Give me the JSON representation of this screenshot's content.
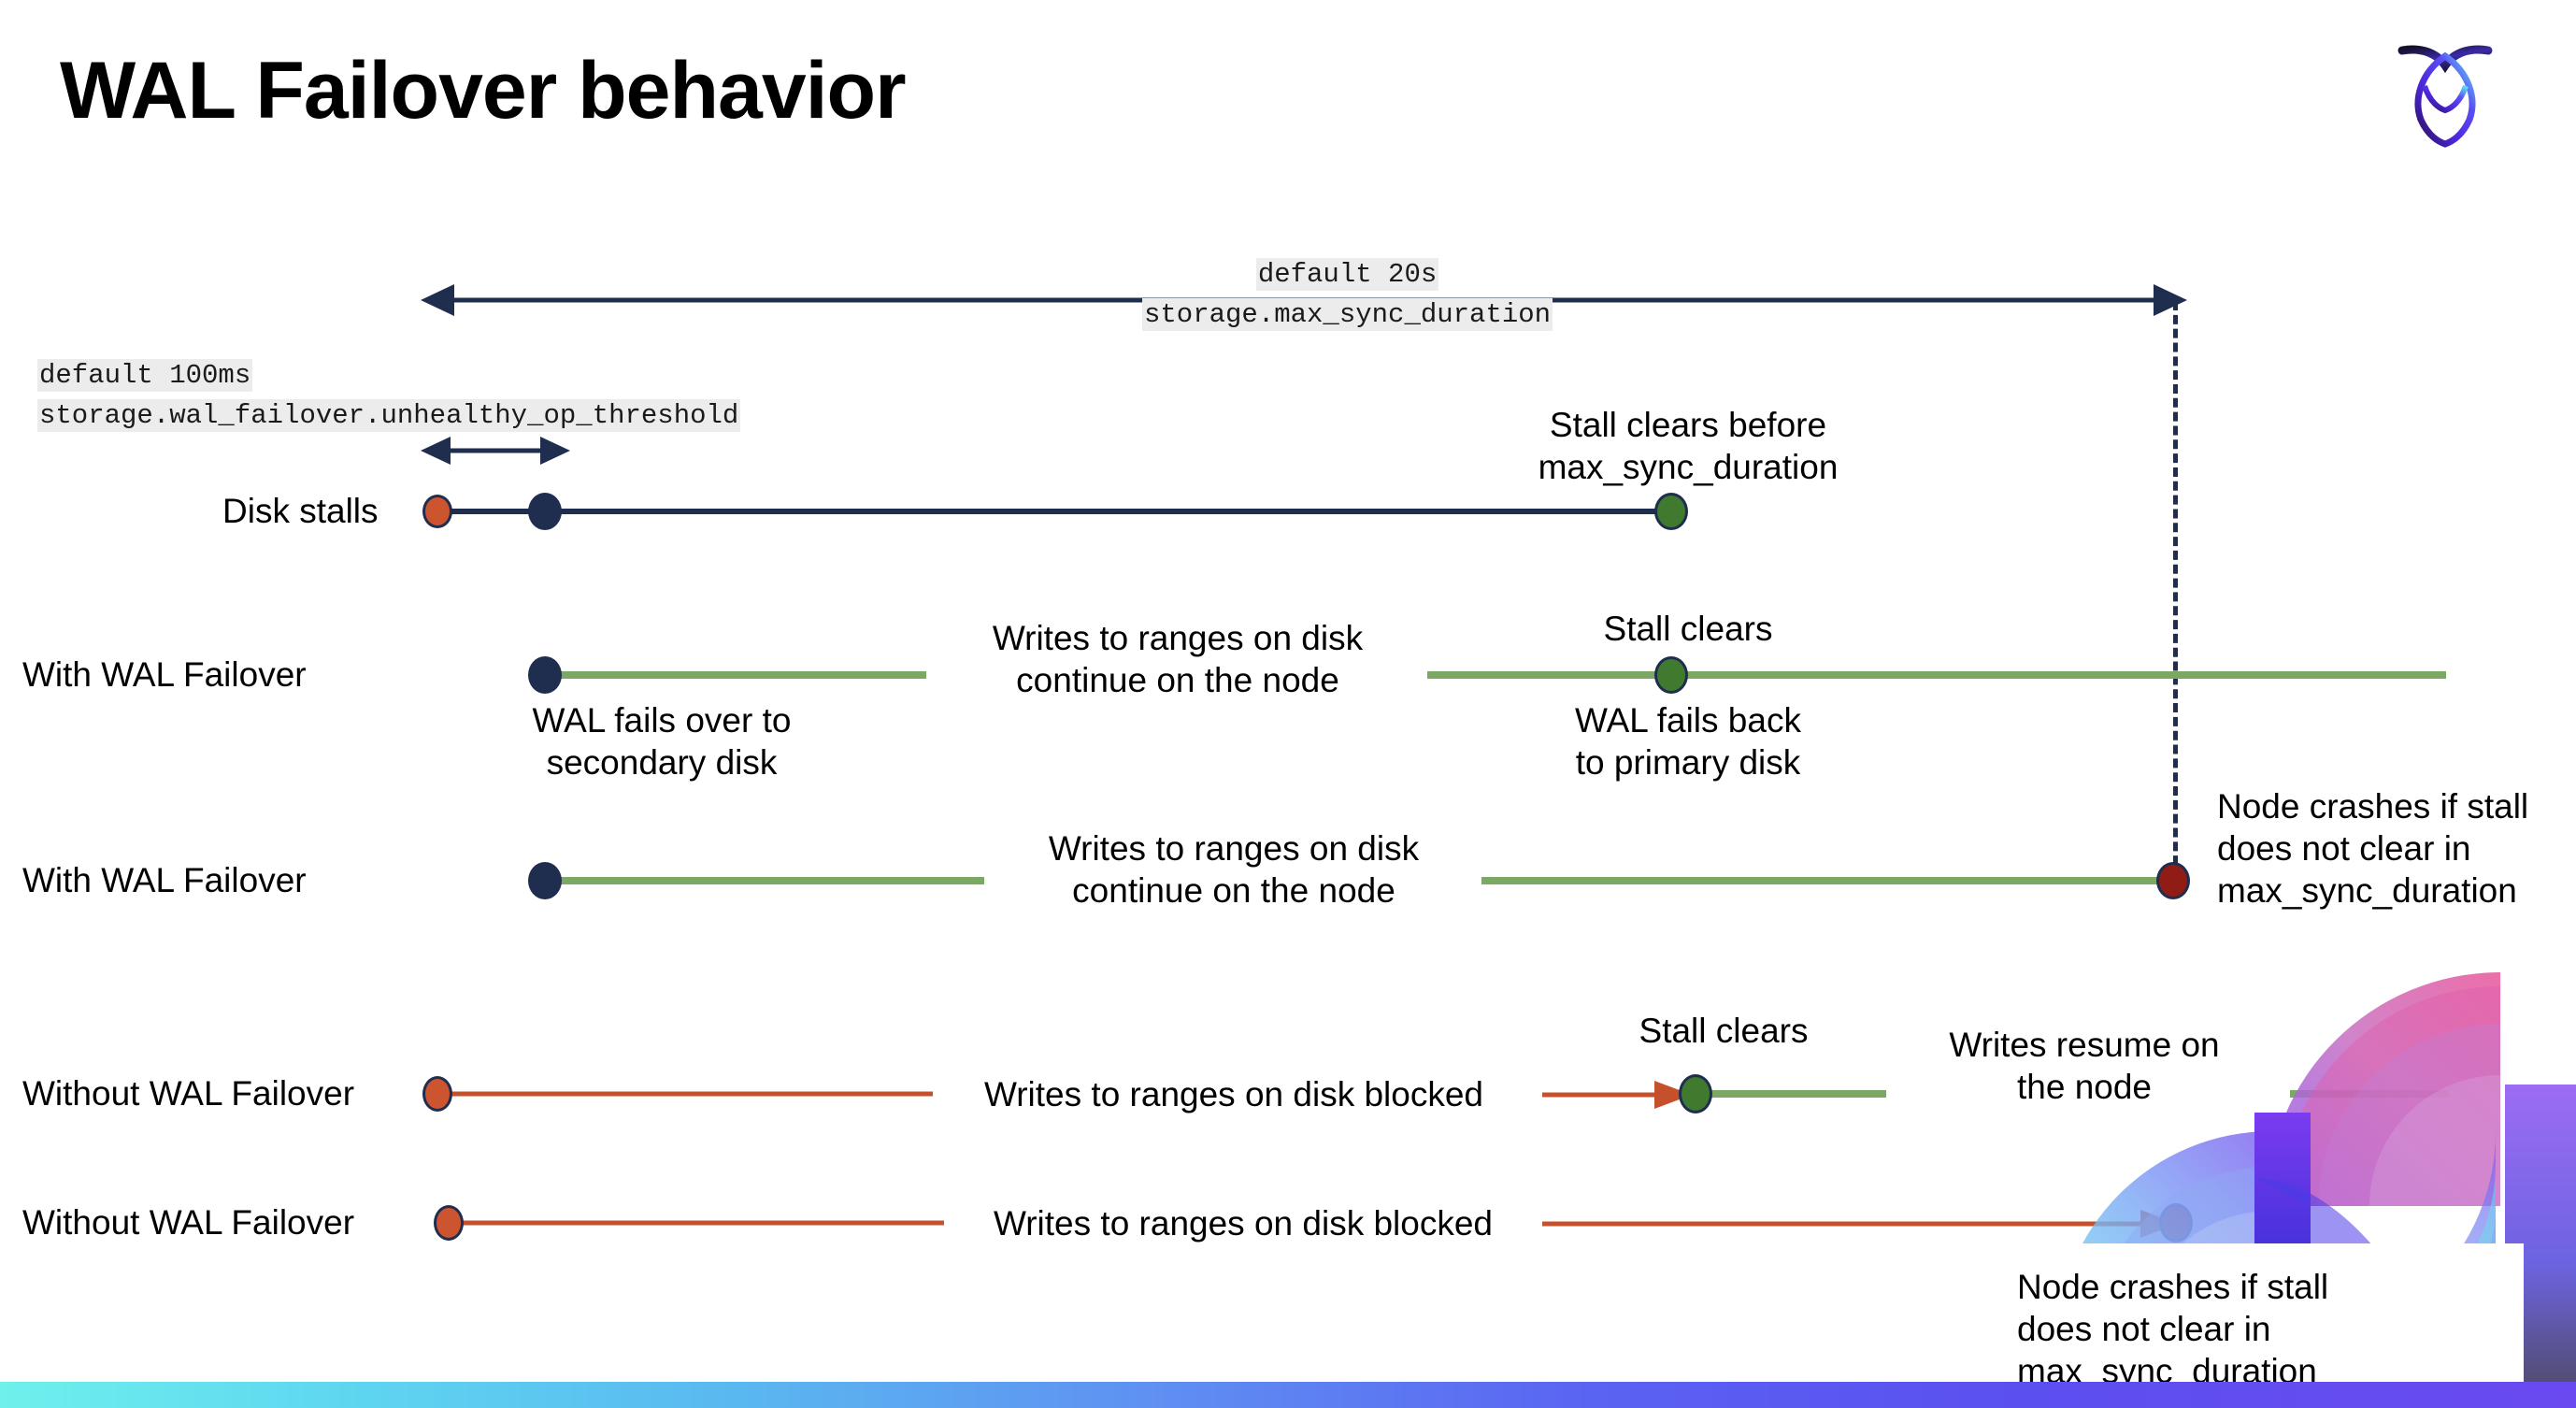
{
  "slide": {
    "title": "WAL Failover behavior",
    "logo_name": "cockroachdb-logo"
  },
  "annotations": {
    "max_sync_duration": {
      "line1": "default 20s",
      "line2": "storage.max_sync_duration"
    },
    "unhealthy_op_threshold": {
      "line1": "default 100ms",
      "line2": "storage.wal_failover.unhealthy_op_threshold"
    }
  },
  "rows": {
    "disk_stalls": {
      "label": "Disk stalls",
      "note_stall_clears": "Stall clears before\nmax_sync_duration"
    },
    "with_failover_1": {
      "label": "With WAL Failover",
      "note_writes": "Writes to ranges on disk\ncontinue on the node",
      "note_failover": "WAL fails over to\nsecondary disk",
      "note_stall_clears": "Stall clears",
      "note_failback": "WAL fails  back\nto primary disk"
    },
    "with_failover_2": {
      "label": "With WAL Failover",
      "note_writes": "Writes to ranges on disk\ncontinue on the node",
      "note_crash": "Node crashes if stall\ndoes not clear in\nmax_sync_duration"
    },
    "without_failover_1": {
      "label": "Without WAL Failover",
      "note_blocked": "Writes to ranges on disk  blocked",
      "note_stall_clears": "Stall clears",
      "note_resume": "Writes resume on\nthe node"
    },
    "without_failover_2": {
      "label": "Without WAL Failover",
      "note_blocked": "Writes to ranges on disk  blocked",
      "note_crash": "Node crashes if stall\ndoes not clear in\nmax_sync_duration"
    }
  },
  "colors": {
    "navy": "#1f2d4e",
    "green_line": "#7ba863",
    "green_dot": "#3f7a2e",
    "orange": "#cc5530",
    "red_line": "#c4502c",
    "dark_red": "#8f1d15",
    "code_bg": "#ececec"
  }
}
